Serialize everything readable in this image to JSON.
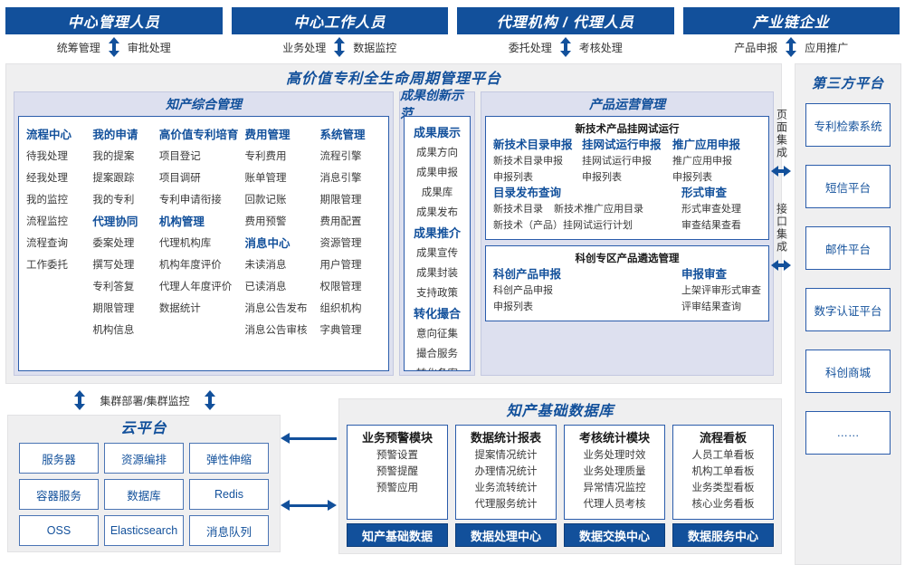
{
  "roles": [
    {
      "title": "中心管理人员",
      "left": "统筹管理",
      "right": "审批处理"
    },
    {
      "title": "中心工作人员",
      "left": "业务处理",
      "right": "数据监控"
    },
    {
      "title": "代理机构 / 代理人员",
      "left": "委托处理",
      "right": "考核处理"
    },
    {
      "title": "产业链企业",
      "left": "产品申报",
      "right": "应用推广"
    }
  ],
  "platform": {
    "title": "高价值专利全生命周期管理平台",
    "columns": {
      "ip_management": {
        "title": "知产综合管理",
        "groups": [
          {
            "name": "流程中心",
            "items": [
              "待我处理",
              "经我处理",
              "我的监控",
              "流程监控",
              "流程查询",
              "工作委托"
            ]
          },
          {
            "name": "我的申请",
            "items": [
              "我的提案",
              "提案跟踪",
              "我的专利"
            ]
          },
          {
            "name": "代理协同",
            "items": [
              "委案处理",
              "撰写处理",
              "专利答复",
              "期限管理",
              "机构信息"
            ]
          },
          {
            "name": "高价值专利培育",
            "items": [
              "项目登记",
              "项目调研",
              "专利申请衔接"
            ]
          },
          {
            "name": "机构管理",
            "items": [
              "代理机构库",
              "机构年度评价",
              "代理人年度评价",
              "数据统计"
            ]
          },
          {
            "name": "费用管理",
            "items": [
              "专利费用",
              "账单管理",
              "回款记账",
              "费用预警"
            ]
          },
          {
            "name": "消息中心",
            "items": [
              "未读消息",
              "已读消息",
              "消息公告发布",
              "消息公告审核"
            ]
          },
          {
            "name": "系统管理",
            "items": [
              "流程引擎",
              "消息引擎",
              "期限管理",
              "费用配置",
              "资源管理",
              "用户管理",
              "权限管理",
              "组织机构",
              "字典管理"
            ]
          }
        ]
      },
      "achievement": {
        "title": "成果创新示范",
        "groups": [
          {
            "name": "成果展示",
            "items": [
              "成果方向",
              "成果申报",
              "成果库",
              "成果发布"
            ]
          },
          {
            "name": "成果推介",
            "items": [
              "成果宣传",
              "成果封装",
              "支持政策"
            ]
          },
          {
            "name": "转化撮合",
            "items": [
              "意向征集",
              "撮合服务",
              "转化备案"
            ]
          }
        ]
      },
      "product_ops": {
        "title": "产品运营管理",
        "panels": [
          {
            "title": "新技术产品挂网试运行",
            "top_groups": [
              {
                "name": "新技术目录申报",
                "items": [
                  "新技术目录申报",
                  "申报列表"
                ]
              },
              {
                "name": "挂网试运行申报",
                "items": [
                  "挂网试运行申报",
                  "申报列表"
                ]
              },
              {
                "name": "推广应用申报",
                "items": [
                  "推广应用申报",
                  "申报列表"
                ]
              }
            ],
            "bottom_left": {
              "name": "目录发布查询",
              "row1": [
                "新技术目录",
                "新技术推广应用目录"
              ],
              "row2": [
                "新技术（产品）挂网试运行计划"
              ]
            },
            "bottom_right": {
              "name": "形式审查",
              "items": [
                "形式审查处理",
                "审查结果查看"
              ]
            }
          },
          {
            "title": "科创专区产品遴选管理",
            "groups": [
              {
                "name": "科创产品申报",
                "items": [
                  "科创产品申报",
                  "申报列表"
                ]
              },
              {
                "name": "申报审查",
                "items": [
                  "上架评审形式审查",
                  "评审结果查询"
                ]
              }
            ]
          }
        ]
      }
    }
  },
  "integration": {
    "page_label": "页面集成",
    "api_label": "接口集成"
  },
  "third_party": {
    "title": "第三方平台",
    "items": [
      "专利检索系统",
      "短信平台",
      "邮件平台",
      "数字认证平台",
      "科创商城",
      "……"
    ]
  },
  "cluster_label": "集群部署/集群监控",
  "cloud": {
    "title": "云平台",
    "items": [
      "服务器",
      "资源编排",
      "弹性伸缩",
      "容器服务",
      "数据库",
      "Redis",
      "OSS",
      "Elasticsearch",
      "消息队列"
    ]
  },
  "database": {
    "title": "知产基础数据库",
    "columns": [
      {
        "header": "业务预警模块",
        "items": [
          "预警设置",
          "预警提醒",
          "预警应用"
        ],
        "bar": "知产基础数据"
      },
      {
        "header": "数据统计报表",
        "items": [
          "提案情况统计",
          "办理情况统计",
          "业务流转统计",
          "代理服务统计"
        ],
        "bar": "数据处理中心"
      },
      {
        "header": "考核统计模块",
        "items": [
          "业务处理时效",
          "业务处理质量",
          "异常情况监控",
          "代理人员考核"
        ],
        "bar": "数据交换中心"
      },
      {
        "header": "流程看板",
        "items": [
          "人员工单看板",
          "机构工单看板",
          "业务类型看板",
          "核心业务看板"
        ],
        "bar": "数据服务中心"
      }
    ]
  },
  "colors": {
    "brand": "#12509b",
    "panel_header": "#dde0ef",
    "surface": "#efeff0"
  }
}
